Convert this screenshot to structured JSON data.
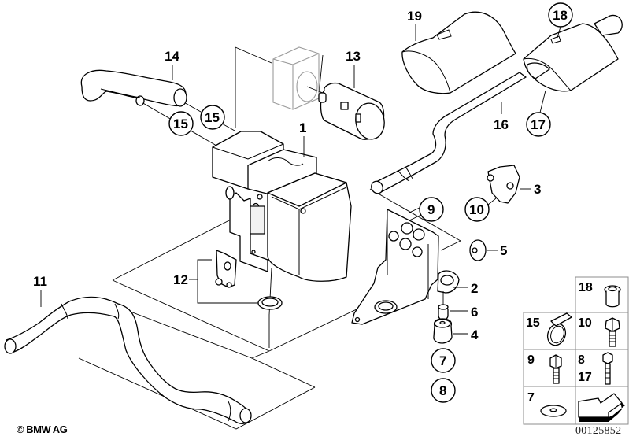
{
  "diagram": {
    "title": "Parts diagram",
    "copyright": "© BMW AG",
    "document_number": "00125852",
    "callouts": {
      "c1": "1",
      "c2": "2",
      "c3": "3",
      "c4": "4",
      "c5": "5",
      "c6": "6",
      "c7": "7",
      "c8": "8",
      "c9": "9",
      "c10": "10",
      "c11": "11",
      "c12": "12",
      "c13": "13",
      "c14": "14",
      "c15a": "15",
      "c15b": "15",
      "c16": "16",
      "c17": "17",
      "c18": "18",
      "c19": "19"
    },
    "legend": {
      "items": [
        {
          "label": "18",
          "icon": "sleeve-nut-icon"
        },
        {
          "label": "15",
          "icon": "hose-clamp-icon"
        },
        {
          "label": "10",
          "icon": "hex-flange-bolt-icon"
        },
        {
          "label": "9",
          "icon": "hex-bolt-icon"
        },
        {
          "label": "8",
          "icon": "long-hex-bolt-icon"
        },
        {
          "label": "17",
          "icon": "long-hex-bolt-icon"
        },
        {
          "label": "7",
          "icon": "washer-icon"
        },
        {
          "label": "",
          "icon": "direction-arrow-icon"
        }
      ]
    }
  }
}
